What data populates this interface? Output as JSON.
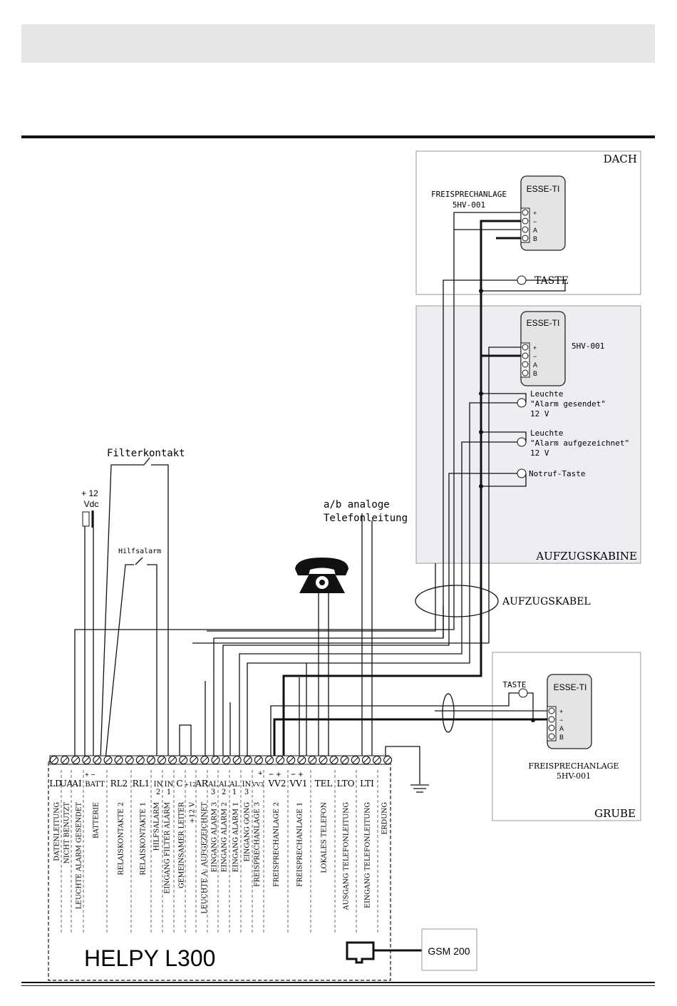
{
  "zones": {
    "dach": "DACH",
    "kabine": "AUFZUGSKABINE",
    "grube": "GRUBE"
  },
  "dach_box": {
    "device": "ESSE-TI",
    "intercom_label_1": "FREISPRECHANLAGE",
    "intercom_label_2": "5HV-001",
    "taste": "TASTE"
  },
  "kabine_box": {
    "device": "ESSE-TI",
    "model": "5HV-001",
    "lamp1_l1": "Leuchte",
    "lamp1_l2": "\"Alarm gesendet\"",
    "lamp1_l3": "12 V",
    "lamp2_l1": "Leuchte",
    "lamp2_l2": "\"Alarm aufgezeichnet\"",
    "lamp2_l3": "12 V",
    "button": "Notruf-Taste"
  },
  "grube_box": {
    "device": "ESSE-TI",
    "taste": "TASTE",
    "intercom_label_1": "FREISPRECHANLAGE",
    "intercom_label_2": "5HV-001"
  },
  "terminal_marks": {
    "plus": "+",
    "minus": "−",
    "a": "A",
    "b": "B"
  },
  "labels": {
    "filter": "Filterkontakt",
    "vdc_1": "+ 12",
    "vdc_2": "Vdc",
    "hilfsalarm": "Hilfsalarm",
    "phone_line_1": "a/b analoge",
    "phone_line_2": "Telefonleitung",
    "cable": "AUFZUGSKABEL",
    "gsm": "GSM 200",
    "main_unit": "HELPY L300"
  },
  "terminal_groups": [
    "LD",
    "UA",
    "AI",
    "BATT",
    "RL2",
    "RL1",
    "IN 2",
    "IN 1",
    "C",
    "+12",
    "AR",
    "AL 3",
    "AL 2",
    "AL 1",
    "IN 3",
    "VV3",
    "VV2",
    "VV1",
    "TEL",
    "LTO",
    "LTI"
  ],
  "polarity": {
    "batt": "+  −",
    "vv3": "+",
    "vv2": "−  +",
    "vv1": "−  +"
  },
  "descriptions": [
    "DATENLEITUNG",
    "NICHT BENUTZT",
    "LEUCHTE ALARM GESENDET",
    "BATTERIE",
    "RELAISKONTAKTE 2",
    "RELAISKONTAKTE 1",
    "HILFSALARM",
    "EINGANG FILTER ALARM",
    "GEMEINSAMER LEITER",
    "+12 V",
    "LEUCHTE A: AUFGEZEICHNET",
    "EINGANG ALARM 3",
    "EINGANG ALARM 2",
    "EINGANG ALARM 1",
    "EINGANG GONG",
    "FREISPRECHANLAGE 3",
    "FREISPRECHANLAGE 2",
    "FREISPRECHANLAGE 1",
    "LOKALES TELEFON",
    "AUSGANG TELEFONLEITUNG",
    "EINGANG TELEFONLEITUNG",
    "ERDUNG"
  ],
  "colors": {
    "line": "#111111",
    "cabin_bg": "#eceef3",
    "device_fill": "#e4e4e4",
    "bar": "#e6e6e6"
  }
}
